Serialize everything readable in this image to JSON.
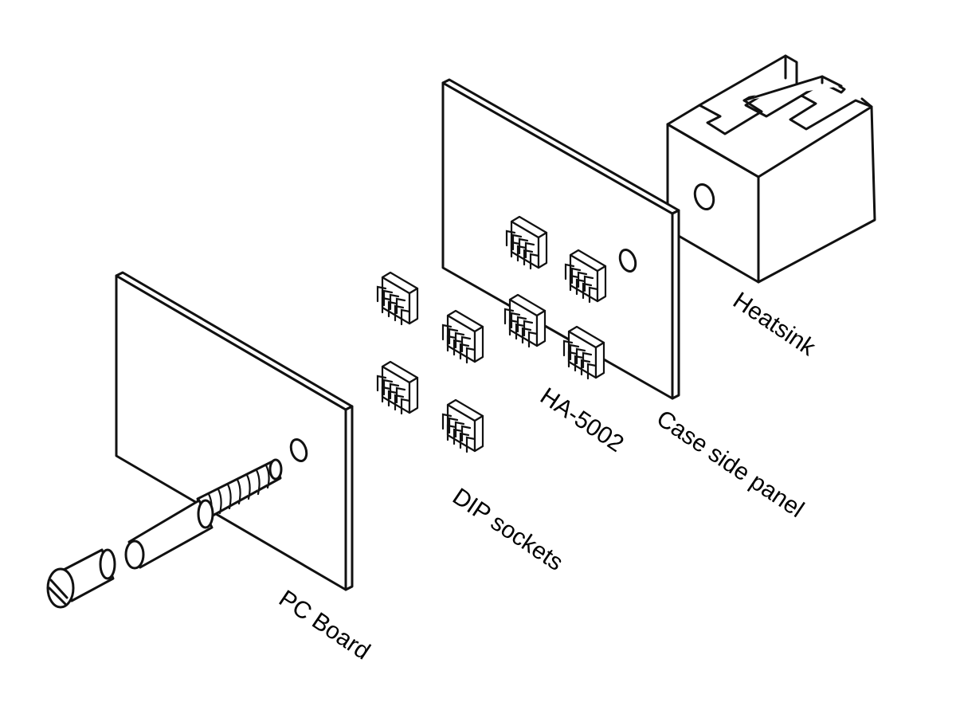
{
  "labels": {
    "heatsink": "Heatsink",
    "case_side_panel": "Case side panel",
    "ha5002": "HA-5002",
    "dip_sockets": "DIP sockets",
    "pc_board": "PC Board"
  }
}
